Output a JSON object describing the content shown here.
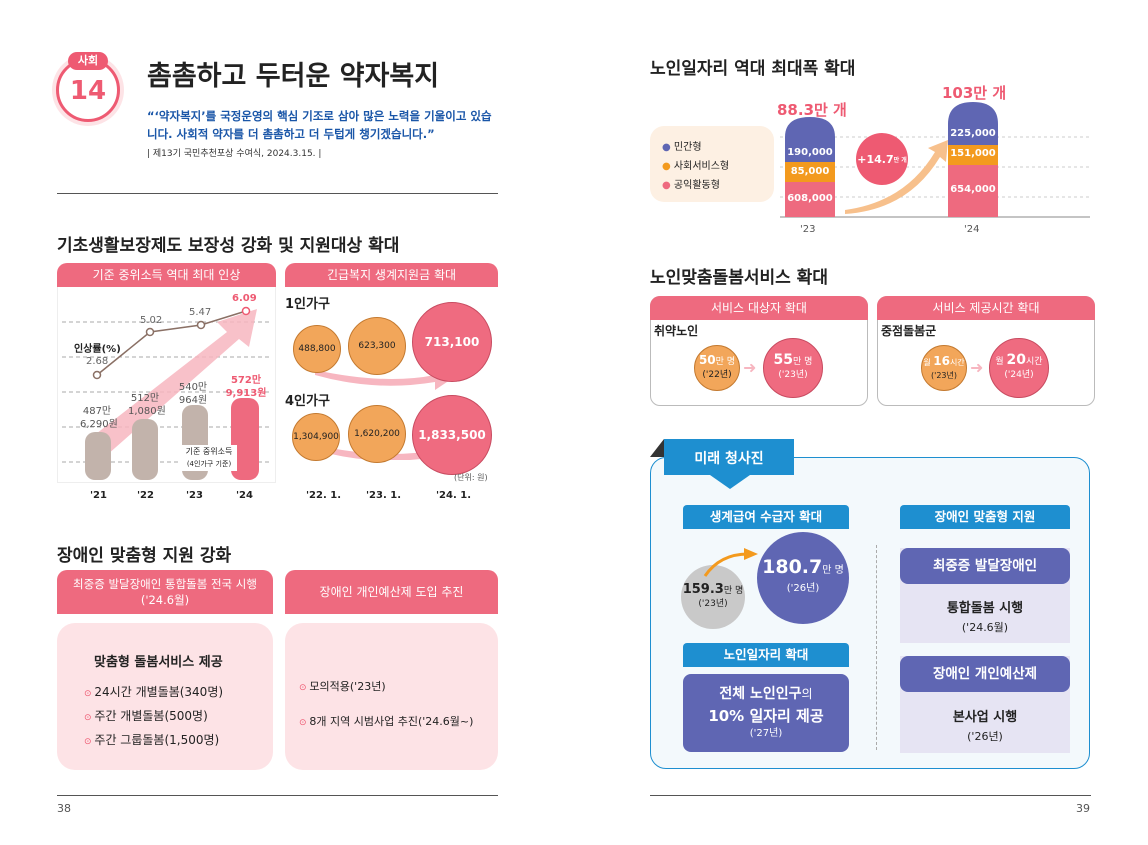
{
  "left": {
    "badge": {
      "category": "사회",
      "number": "14"
    },
    "title": "촘촘하고 두터운 약자복지",
    "quote": "“‘약자복지’를 국정운영의 핵심 기조로 삼아 많은 노력을 기울이고 있습니다. 사회적 약자를 더 촘촘하고 더 두텁게 챙기겠습니다.”",
    "quote_line1": "“‘약자복지’를 국정운영의 핵심 기조로 삼아 많은 노력을 기울이고 있습",
    "quote_line2": "니다. 사회적 약자를 더 촘촘하고 더 두텁게 챙기겠습니다.”",
    "source": "| 제13기 국민추천포상 수여식, 2024.3.15. |",
    "section1_title": "기초생활보장제도 보장성 강화 및 지원대상 확대",
    "median": {
      "header": "기준 중위소득 역대 최대 인상",
      "rate_label": "인상률(%)",
      "years": [
        "'21",
        "'22",
        "'23",
        "'24"
      ],
      "rates": [
        "2.68",
        "5.02",
        "5.47",
        "6.09"
      ],
      "bars": [
        {
          "l1": "487만",
          "l2": "6,290원"
        },
        {
          "l1": "512만",
          "l2": "1,080원"
        },
        {
          "l1": "540만",
          "l2": "964원"
        },
        {
          "l1": "572만",
          "l2": "9,913원"
        }
      ],
      "legend": {
        "l1": "기준 중위소득",
        "l2": "(4인가구 기준)"
      }
    },
    "emergency": {
      "header": "긴급복지 생계지원금 확대",
      "one_person": "1인가구",
      "one_values": [
        "488,800",
        "623,300",
        "713,100"
      ],
      "four_person": "4인가구",
      "four_values": [
        "1,304,900",
        "1,620,200",
        "1,833,500"
      ],
      "unit": "(단위: 원)",
      "dates": [
        "'22. 1.",
        "'23. 1.",
        "'24. 1."
      ]
    },
    "section2_title": "장애인 맞춤형 지원 강화",
    "disabled": {
      "left_header_l1": "최중증 발달장애인 통합돌봄 전국 시행",
      "left_header_l2": "('24.6월)",
      "right_header": "장애인 개인예산제 도입 추진",
      "service_title": "맞춤형 돌봄서비스 제공",
      "services": [
        "24시간 개별돌봄(340명)",
        "주간 개별돌봄(500명)",
        "주간 그룹돌봄(1,500명)"
      ],
      "budget_items": [
        "모의적용('23년)",
        "8개 지역 시범사업 추진('24.6월~)"
      ]
    },
    "page_number": "38"
  },
  "right": {
    "section1_title": "노인일자리 역대 최대폭 확대",
    "jobs": {
      "legend": [
        "민간형",
        "사회서비스형",
        "공익활동형"
      ],
      "legend_colors": [
        "#5f66b3",
        "#f39a1e",
        "#ee6a7f"
      ],
      "total_23": "88.3만 개",
      "total_24": "103만 개",
      "increase": "+14.7",
      "increase_unit": "만 개",
      "years": [
        "'23",
        "'24"
      ],
      "values_23": [
        "190,000",
        "85,000",
        "608,000"
      ],
      "values_24": [
        "225,000",
        "151,000",
        "654,000"
      ]
    },
    "section2_title": "노인맞춤돌봄서비스 확대",
    "care": {
      "left_header": "서비스 대상자 확대",
      "left_sub": "취약노인",
      "left_a_num": "50",
      "left_a_unit": "만 명",
      "left_a_year": "('22년)",
      "left_b_num": "55",
      "left_b_unit": "만 명",
      "left_b_year": "('23년)",
      "right_header": "서비스 제공시간 확대",
      "right_sub": "중점돌봄군",
      "right_a_pre": "월 ",
      "right_a_num": "16",
      "right_a_unit": "시간",
      "right_a_year": "('23년)",
      "right_b_pre": "월 ",
      "right_b_num": "20",
      "right_b_unit": "시간",
      "right_b_year": "('24년)"
    },
    "future": {
      "tag": "미래 청사진",
      "benefit_header": "생계급여 수급자 확대",
      "from_num": "159.3",
      "from_unit": "만 명",
      "from_year": "('23년)",
      "to_num": "180.7",
      "to_unit": "만 명",
      "to_year": "('26년)",
      "elderly_header": "노인일자리 확대",
      "elderly_l1a": "전체 노인인구",
      "elderly_l1b": "의",
      "elderly_l2": "10% 일자리 제공",
      "elderly_l3": "('27년)",
      "disabled_header": "장애인 맞춤형 지원",
      "box1_title": "최중증 발달장애인",
      "box1_l1": "통합돌봄 시행",
      "box1_l2": "('24.6월)",
      "box2_title": "장애인 개인예산제",
      "box2_l1": "본사업 시행",
      "box2_l2": "('26년)"
    },
    "page_number": "39"
  }
}
